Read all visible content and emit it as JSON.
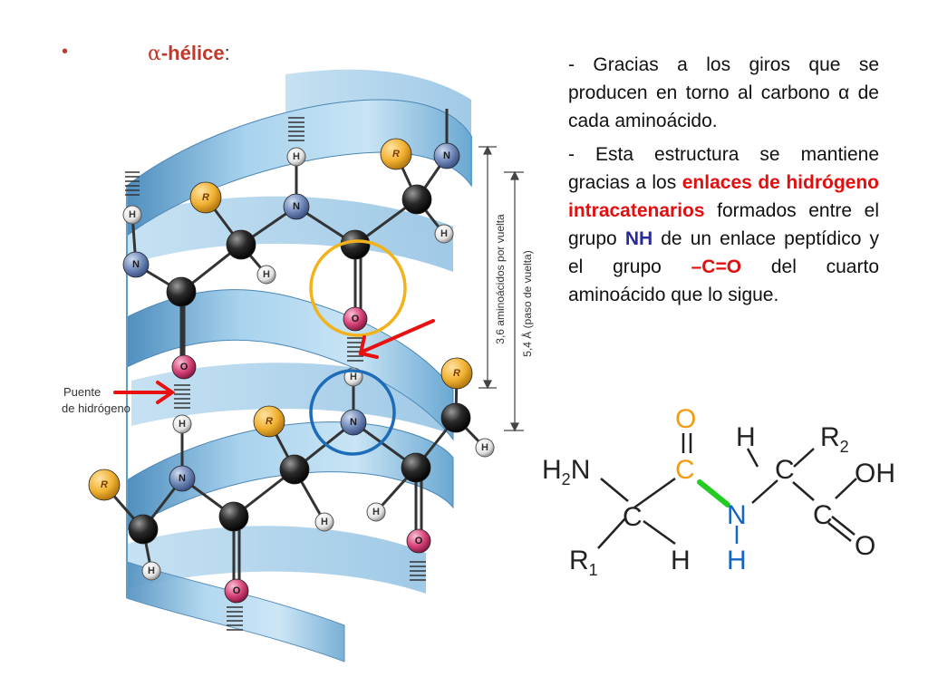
{
  "slide": {
    "bullet": "•",
    "heading_alpha": "α",
    "heading_rest": "-hélice",
    "heading_colon": ":"
  },
  "paragraph1": "- Gracias a los giros que se producen en torno al carbono α de cada aminoácido.",
  "paragraph2": {
    "part1": "- Esta estructura se mantiene gracias a los ",
    "highlight_red": "enlaces de hidrógeno intracatenarios",
    "part2": " formados entre el grupo ",
    "highlight_nh": "NH",
    "part3": " de un enlace peptídico y el grupo ",
    "highlight_co": "–C=O",
    "part4": " del cuarto aminoácido que lo sigue."
  },
  "helix_figure": {
    "hbond_label_line1": "Puente",
    "hbond_label_line2": "de hidrógeno",
    "dimension_label_1": "3,6 aminoácidos por vuelta",
    "dimension_label_2": "5,4 Å (paso de vuelta)",
    "atom_labels": {
      "r": "R",
      "n": "N",
      "h": "H",
      "o": "O"
    },
    "colors": {
      "ribbon": "#9ccbe8",
      "ribbon_dark": "#5e9fc9",
      "carbon": "#1a1a1a",
      "nitrogen": "#6f88b8",
      "oxygen": "#d8437a",
      "r_group": "#f2b233",
      "hydrogen": "#e8e8e8",
      "circle_orange": "#f2b21c",
      "circle_blue": "#1e6bb8",
      "arrow": "#e81010"
    }
  },
  "peptide_formula": {
    "h2n": "H",
    "h2n_sub": "2",
    "h2n_n": "N",
    "c_alpha1": "C",
    "r1": "R",
    "r1_sub": "1",
    "h_below_c1": "H",
    "o_top": "O",
    "c_carbonyl": "C",
    "n_amide": "N",
    "h_amide": "H",
    "h_top": "H",
    "c_alpha2": "C",
    "r2": "R",
    "r2_sub": "2",
    "c_carboxyl": "C",
    "oh": "OH",
    "o_bottom": "O",
    "colors": {
      "carbonyl": "#f39c12",
      "amide": "#1565c0",
      "bond": "#22cc22",
      "default": "#222222"
    }
  }
}
